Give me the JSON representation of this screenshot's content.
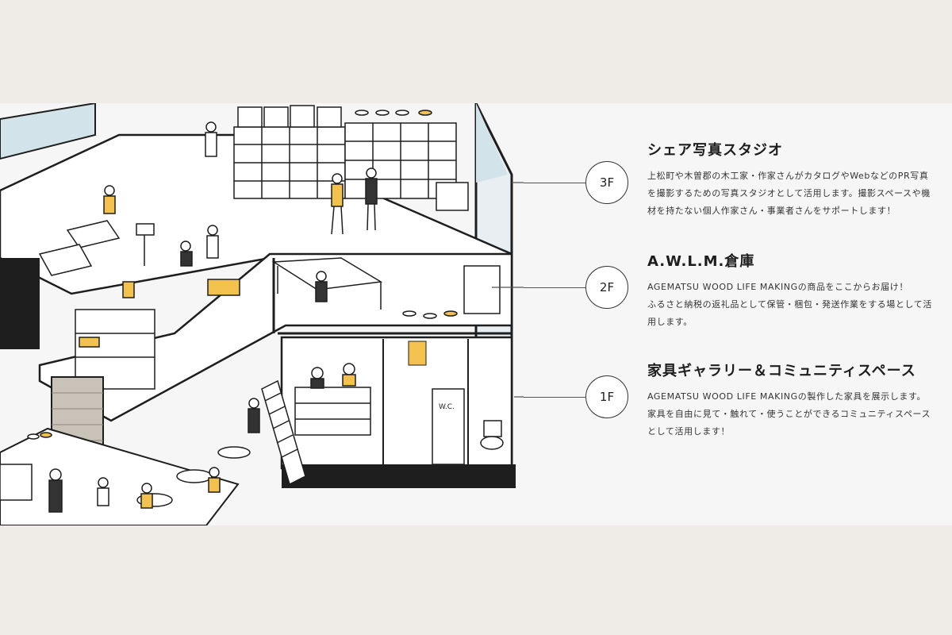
{
  "floors": [
    {
      "badge": "3F",
      "title": "シェア写真スタジオ",
      "lines": [
        "上松町や木曽郡の木工家・作家さんがカタログやWebなどのPR写真",
        "を撮影するための写真スタジオとして活用します。撮影スペースや機",
        "材を持たない個人作家さん・事業者さんをサポートします！"
      ]
    },
    {
      "badge": "2F",
      "title": "A.W.L.M.倉庫",
      "lines": [
        "AGEMATSU WOOD LIFE MAKINGの商品をここからお届け！",
        "ふるさと納税の返礼品として保管・梱包・発送作業をする場として活",
        "用します。"
      ]
    },
    {
      "badge": "1F",
      "title": "家具ギャラリー＆コミュニティスペース",
      "lines": [
        "AGEMATSU WOOD LIFE MAKINGの製作した家具を展示します。",
        "家具を自由に見て・触れて・使うことができるコミュニティスペース",
        "として活用します！"
      ]
    }
  ],
  "illustration": {
    "wc_sign": "W.C."
  },
  "colors": {
    "accent_yellow": "#f2c14e",
    "line": "#1e1e1e",
    "wall_blue": "#d3e3ea",
    "brick": "#c9c2b8"
  }
}
